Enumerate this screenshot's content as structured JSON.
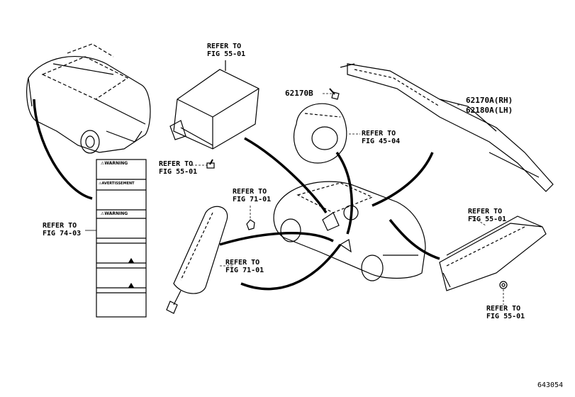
{
  "callouts": {
    "airbag_module_top": {
      "line1": "REFER TO",
      "line2": "FIG 55-01"
    },
    "airbag_bolt_left": {
      "line1": "REFER TO",
      "line2": "FIG 55-01"
    },
    "seat_nut": {
      "line1": "REFER TO",
      "line2": "FIG 71-01"
    },
    "seat_airbag": {
      "line1": "REFER TO",
      "line2": "FIG 71-01"
    },
    "label_sheet": {
      "line1": "REFER TO",
      "line2": "FIG 74-03"
    },
    "steering_pad": {
      "line1": "REFER TO",
      "line2": "FIG 45-04"
    },
    "knee_airbag": {
      "line1": "REFER TO",
      "line2": "FIG 55-01"
    },
    "knee_nut": {
      "line1": "REFER TO",
      "line2": "FIG 55-01"
    }
  },
  "part_numbers": {
    "bolt": "62170B",
    "curtain_rh": "62170A(RH)",
    "curtain_lh": "62180A(LH)"
  },
  "warning_labels": [
    "WARNING",
    "AVERTISSEMENT",
    "WARNING"
  ],
  "figure_id": "643054"
}
